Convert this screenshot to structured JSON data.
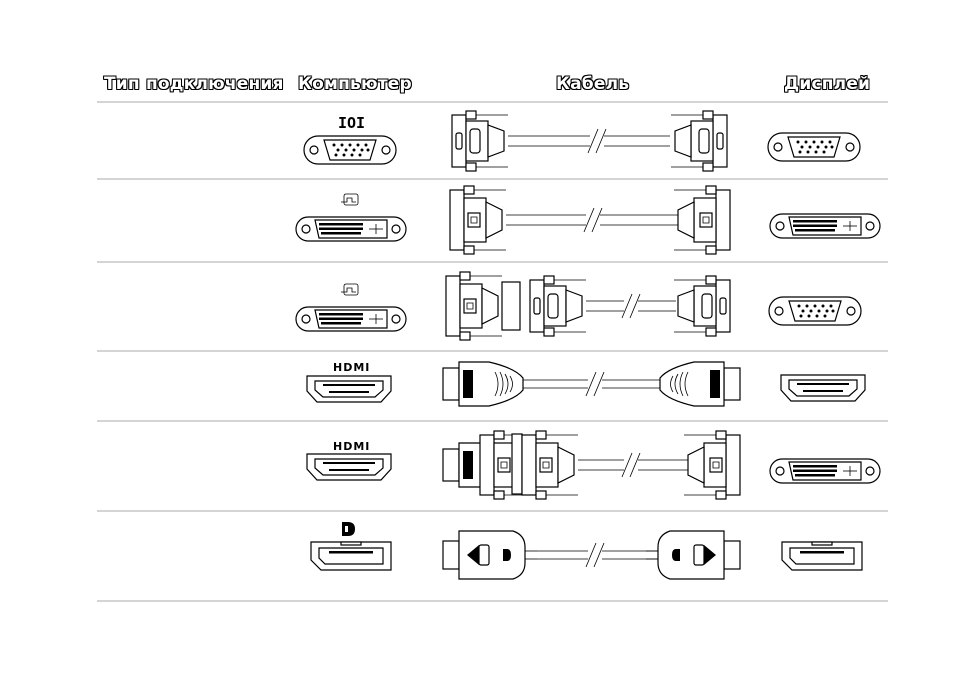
{
  "table": {
    "headers": {
      "connection_type": "Тип подключения",
      "computer": "Компьютер",
      "cable": "Кабель",
      "display": "Дисплей"
    },
    "rows": [
      {
        "computer_logo": "IOI",
        "computer_icon": "vga-logo-icon",
        "computer_port": "vga-port-icon",
        "cable": "vga-to-vga-cable-icon",
        "display_port": "vga-port-icon"
      },
      {
        "computer_logo": "",
        "computer_icon": "dvi-logo-icon",
        "computer_port": "dvi-port-icon",
        "cable": "dvi-to-dvi-cable-icon",
        "display_port": "dvi-port-icon"
      },
      {
        "computer_logo": "",
        "computer_icon": "dvi-logo-icon",
        "computer_port": "dvi-port-icon",
        "cable": "dvi-to-vga-adapter-cable-icon",
        "display_port": "vga-port-icon"
      },
      {
        "computer_logo": "HDMI",
        "computer_icon": "hdmi-logo-icon",
        "computer_port": "hdmi-port-icon",
        "cable": "hdmi-to-hdmi-cable-icon",
        "display_port": "hdmi-port-icon"
      },
      {
        "computer_logo": "HDMI",
        "computer_icon": "hdmi-logo-icon",
        "computer_port": "hdmi-port-icon",
        "cable": "hdmi-to-dvi-adapter-cable-icon",
        "display_port": "dvi-port-icon"
      },
      {
        "computer_logo": "",
        "computer_icon": "displayport-logo-icon",
        "computer_port": "displayport-port-icon",
        "cable": "displayport-to-displayport-cable-icon",
        "display_port": "displayport-port-icon"
      }
    ]
  }
}
